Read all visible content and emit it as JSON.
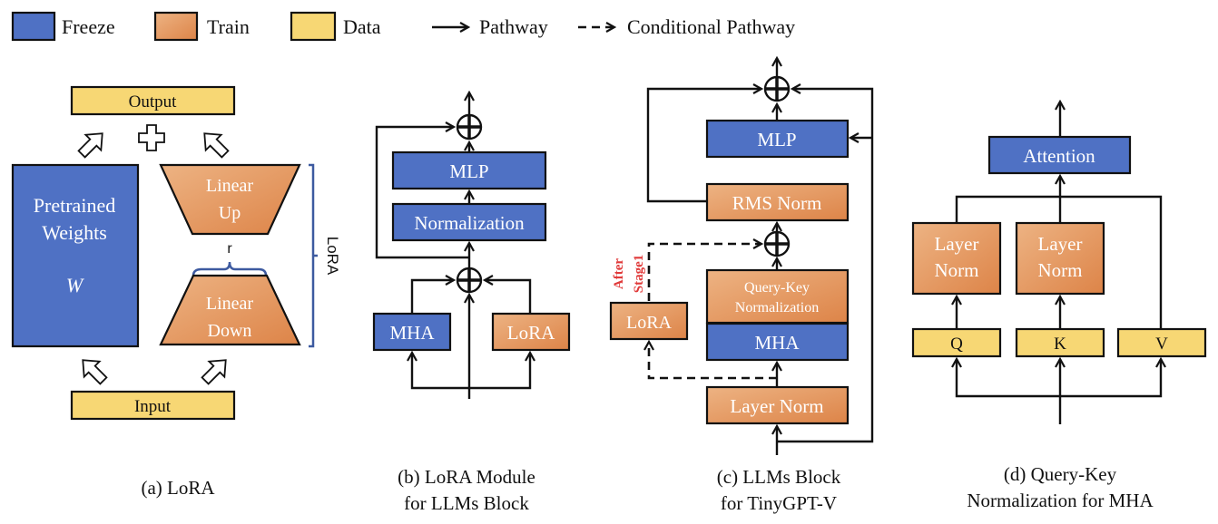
{
  "legend": {
    "freeze": "Freeze",
    "train": "Train",
    "data": "Data",
    "pathway": "Pathway",
    "conditional_pathway": "Conditional Pathway"
  },
  "colors": {
    "freeze": "#4f71c4",
    "train_light": "#edb383",
    "train_dark": "#dd8448",
    "data": "#f7d774",
    "annotation": "#e03a3a",
    "brace": "#3d5aa0"
  },
  "panel_a": {
    "output": "Output",
    "input": "Input",
    "pretrained_line1": "Pretrained",
    "pretrained_line2": "Weights",
    "weight_symbol": "W",
    "linear_up_line1": "Linear",
    "linear_up_line2": "Up",
    "linear_down_line1": "Linear",
    "linear_down_line2": "Down",
    "rank": "r",
    "lora_label": "LoRA",
    "caption": "(a) LoRA"
  },
  "panel_b": {
    "mlp": "MLP",
    "normalization": "Normalization",
    "mha": "MHA",
    "lora": "LoRA",
    "caption_line1": "(b) LoRA Module",
    "caption_line2": "for LLMs Block"
  },
  "panel_c": {
    "mlp": "MLP",
    "rms_norm": "RMS Norm",
    "qk_norm_line1": "Query-Key",
    "qk_norm_line2": "Normalization",
    "mha": "MHA",
    "layer_norm": "Layer Norm",
    "lora": "LoRA",
    "annotation_line1": "After",
    "annotation_line2": "Stage1",
    "caption_line1": "(c) LLMs Block",
    "caption_line2": "for TinyGPT-V"
  },
  "panel_d": {
    "attention": "Attention",
    "layer_norm_q_line1": "Layer",
    "layer_norm_q_line2": "Norm",
    "layer_norm_k_line1": "Layer",
    "layer_norm_k_line2": "Norm",
    "q": "Q",
    "k": "K",
    "v": "V",
    "caption_line1": "(d) Query-Key",
    "caption_line2": "Normalization for MHA"
  }
}
